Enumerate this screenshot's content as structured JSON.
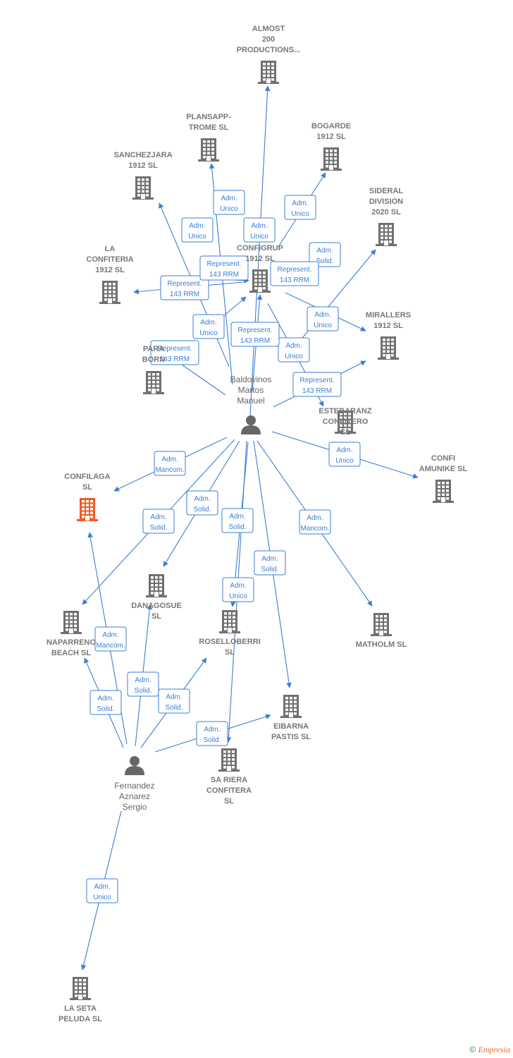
{
  "colors": {
    "edge": "#3a7fd5",
    "building": "#707070",
    "building_highlight": "#f05a23",
    "person": "#666666"
  },
  "persons": [
    {
      "id": "baldovinos",
      "lines": [
        "Baldovinos",
        "Martos",
        "Manuel"
      ],
      "icon": "person-icon"
    },
    {
      "id": "fernandez",
      "lines": [
        "Fernandez",
        "Aznarez",
        "Sergio"
      ],
      "icon": "person-icon"
    }
  ],
  "companies": [
    {
      "id": "almost200",
      "lines": [
        "ALMOST",
        "200",
        "PRODUCTIONS..."
      ],
      "highlight": false
    },
    {
      "id": "plansapp",
      "lines": [
        "PLANSAPP-",
        "TROME SL"
      ],
      "highlight": false
    },
    {
      "id": "bogarde",
      "lines": [
        "BOGARDE",
        "1912 SL"
      ],
      "highlight": false
    },
    {
      "id": "sanchezjara",
      "lines": [
        "SANCHEZJARA",
        "1912 SL"
      ],
      "highlight": false
    },
    {
      "id": "sideral",
      "lines": [
        "SIDERAL",
        "DIVISION",
        "2020 SL"
      ],
      "highlight": false
    },
    {
      "id": "configrup",
      "lines": [
        "CONFIGRUP",
        "1912 SL"
      ],
      "highlight": false
    },
    {
      "id": "laconfiteria",
      "lines": [
        "LA",
        "CONFITERIA",
        "1912 SL"
      ],
      "highlight": false
    },
    {
      "id": "mirallers",
      "lines": [
        "MIRALLERS",
        "1912 SL"
      ],
      "highlight": false
    },
    {
      "id": "paraborn",
      "lines": [
        "PARA",
        "BORN"
      ],
      "highlight": false
    },
    {
      "id": "estebaranz",
      "lines": [
        "ESTEBARANZ",
        "CONFITERO",
        "SL"
      ],
      "highlight": false
    },
    {
      "id": "confiamunike",
      "lines": [
        "CONFI",
        "AMUNIKE SL"
      ],
      "highlight": false
    },
    {
      "id": "confilaga",
      "lines": [
        "CONFILAGA",
        "SL"
      ],
      "highlight": true
    },
    {
      "id": "danagosue",
      "lines": [
        "DANAGOSUE",
        "SL"
      ],
      "highlight": false
    },
    {
      "id": "naparreno",
      "lines": [
        "NAPARRENO",
        "BEACH SL"
      ],
      "highlight": false
    },
    {
      "id": "roselloberri",
      "lines": [
        "ROSELLOBERRI",
        "SL"
      ],
      "highlight": false
    },
    {
      "id": "matholm",
      "lines": [
        "MATHOLM SL"
      ],
      "highlight": false
    },
    {
      "id": "eibarna",
      "lines": [
        "EIBARNA",
        "PASTIS SL"
      ],
      "highlight": false
    },
    {
      "id": "sariera",
      "lines": [
        "SA RIERA",
        "CONFITERA",
        "SL"
      ],
      "highlight": false
    },
    {
      "id": "lasetapeluda",
      "lines": [
        "LA SETA",
        "PELUDA SL"
      ],
      "highlight": false
    }
  ],
  "edges": [
    {
      "from": "baldovinos",
      "to": "almost200",
      "label": [
        "Adm.",
        "Unico"
      ]
    },
    {
      "from": "baldovinos",
      "to": "plansapp",
      "label": [
        "Adm.",
        "Unico"
      ]
    },
    {
      "from": "baldovinos",
      "to": "bogarde",
      "label": [
        "Adm.",
        "Unico"
      ]
    },
    {
      "from": "baldovinos",
      "to": "sanchezjara",
      "label": [
        "Adm.",
        "Unico"
      ]
    },
    {
      "from": "baldovinos",
      "to": "sideral",
      "label": [
        "Adm.",
        "Solid."
      ]
    },
    {
      "from": "baldovinos",
      "to": "configrup",
      "label": [
        "Represent.",
        "143 RRM"
      ]
    },
    {
      "from": "baldovinos",
      "to": "laconfiteria",
      "label": [
        "Represent.",
        "143 RRM"
      ]
    },
    {
      "from": "baldovinos",
      "to": "mirallers",
      "label": [
        "Adm.",
        "Unico"
      ]
    },
    {
      "from": "baldovinos",
      "to": "paraborn",
      "label": [
        "Represent.",
        "143 RRM"
      ]
    },
    {
      "from": "baldovinos",
      "to": "estebaranz",
      "label": [
        "Adm.",
        "Unico"
      ]
    },
    {
      "from": "baldovinos",
      "to": "confiamunike",
      "label": [
        "Adm.",
        "Unico"
      ]
    },
    {
      "from": "baldovinos",
      "to": "confilaga",
      "label": [
        "Adm.",
        "Mancom."
      ]
    },
    {
      "from": "baldovinos",
      "to": "danagosue",
      "label": [
        "Adm.",
        "Solid."
      ]
    },
    {
      "from": "baldovinos",
      "to": "naparreno",
      "label": [
        "Adm.",
        "Solid."
      ]
    },
    {
      "from": "baldovinos",
      "to": "roselloberri",
      "label": [
        "Adm.",
        "Solid."
      ]
    },
    {
      "from": "baldovinos",
      "to": "matholm",
      "label": [
        "Adm.",
        "Mancom."
      ]
    },
    {
      "from": "baldovinos",
      "to": "eibarna",
      "label": [
        "Adm.",
        "Solid."
      ]
    },
    {
      "from": "baldovinos",
      "to": "sariera",
      "label": [
        "Adm.",
        "Unico"
      ]
    },
    {
      "from": "fernandez",
      "to": "confilaga",
      "label": [
        "Adm.",
        "Mancom."
      ]
    },
    {
      "from": "fernandez",
      "to": "naparreno",
      "label": [
        "Adm.",
        "Solid."
      ]
    },
    {
      "from": "fernandez",
      "to": "danagosue",
      "label": [
        "Adm.",
        "Solid."
      ]
    },
    {
      "from": "fernandez",
      "to": "roselloberri",
      "label": [
        "Adm.",
        "Solid."
      ]
    },
    {
      "from": "fernandez",
      "to": "eibarna",
      "label": [
        "Adm.",
        "Solid."
      ]
    },
    {
      "from": "fernandez",
      "to": "lasetapeluda",
      "label": [
        "Adm.",
        "Unico"
      ]
    }
  ],
  "extra_labels": [
    {
      "label": [
        "Represent.",
        "143 RRM"
      ],
      "ref": "r1"
    },
    {
      "label": [
        "Represent.",
        "143 RRM"
      ],
      "ref": "r2"
    },
    {
      "label": [
        "Represent.",
        "143 RRM"
      ],
      "ref": "r3"
    },
    {
      "label": [
        "Represent.",
        "143 RRM"
      ],
      "ref": "r4"
    },
    {
      "label": [
        "Adm.",
        "Unico"
      ],
      "ref": "u1"
    }
  ],
  "footer": {
    "copyright": "©",
    "brand": "Empresia"
  }
}
